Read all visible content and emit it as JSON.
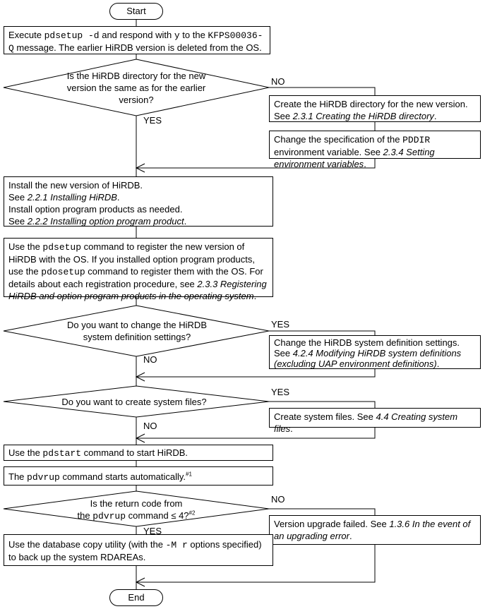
{
  "terminators": {
    "start": "Start",
    "end": "End"
  },
  "steps": {
    "uninstall": {
      "t1": "Execute ",
      "cmd1": "pdsetup -d",
      "t2": " and respond with ",
      "cmd2": "y",
      "t3": " to the ",
      "cmd3": "KFPS00036-Q",
      "t4": " message. The earlier HiRDB version is deleted from the OS."
    },
    "create_dir": {
      "t1": "Create the HiRDB directory for the new version.",
      "t2": "See ",
      "ref": "2.3.1 Creating the HiRDB directory",
      "t3": "."
    },
    "change_pddir": {
      "t1": "Change the specification of the ",
      "cmd": "PDDIR",
      "t2": " environment variable. See ",
      "ref": "2.3.4 Setting environment variables",
      "t3": "."
    },
    "install": {
      "line1": "Install the new version of HiRDB.",
      "see1": "See ",
      "ref1": "2.2.1 Installing HiRDB",
      "dot1": ".",
      "line3": "Install option program products as needed.",
      "see2": "See ",
      "ref2": "2.2.2 Installing option program product",
      "dot2": "."
    },
    "register": {
      "t1": "Use the ",
      "cmd1": "pdsetup",
      "t2": " command to register the new version of HiRDB with the OS. If you installed option program products, use the ",
      "cmd2": "pdosetup",
      "t3": " command to register them with the OS. For details about each registration procedure, see ",
      "ref": "2.3.3 Registering HiRDB and option program products in the operating system",
      "t4": "."
    },
    "change_sysdef": {
      "t1": "Change the HiRDB system definition settings. See ",
      "ref": "4.2.4 Modifying HiRDB system definitions (excluding UAP environment definitions)",
      "t2": "."
    },
    "create_files": {
      "t1": "Create system files. See ",
      "ref": "4.4 Creating system files",
      "t2": "."
    },
    "start": {
      "t1": "Use the ",
      "cmd": "pdstart",
      "t2": " command to start HiRDB."
    },
    "pdvrup": {
      "t1": "The ",
      "cmd": "pdvrup",
      "t2": " command starts automatically.",
      "note": "#1"
    },
    "failed": {
      "t1": "Version upgrade failed. See ",
      "ref": "1.3.6 In the event of an upgrading error",
      "t2": "."
    },
    "backup": {
      "t1": "Use the database copy utility (with the ",
      "cmd": "-M r",
      "t2": " options specified) to back up the system RDAREAs."
    }
  },
  "decisions": {
    "same_dir": {
      "text": "Is the HiRDB directory for the new version the same as for the earlier version?",
      "yes": "YES",
      "no": "NO"
    },
    "change_sysdef": {
      "text": "Do you want to change the HiRDB system definition settings?",
      "yes": "YES",
      "no": "NO"
    },
    "create_files": {
      "text": "Do you want to create system files?",
      "yes": "YES",
      "no": "NO"
    },
    "return_code": {
      "t1": "Is the return code from",
      "t2": "the ",
      "cmd": "pdvrup",
      "t3": " command ≤ 4?",
      "note": "#2",
      "yes": "YES",
      "no": "NO"
    }
  }
}
